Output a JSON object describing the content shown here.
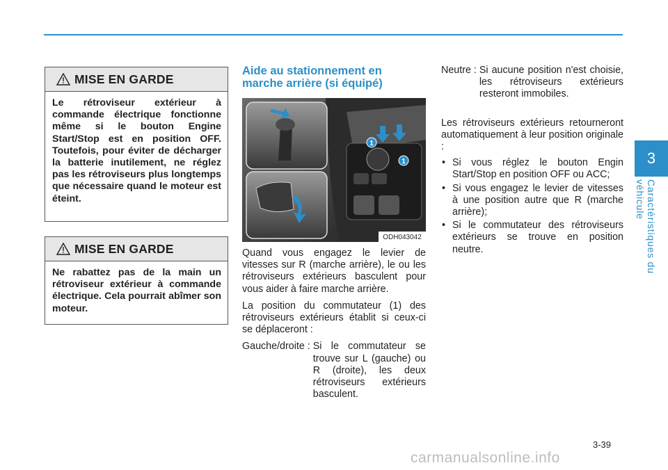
{
  "warnings": [
    {
      "title": "MISE EN GARDE",
      "text": "Le rétroviseur extérieur à commande électrique fonctionne même si le bouton Engine Start/Stop est en position OFF. Toutefois, pour éviter de décharger la batterie inutilement, ne réglez pas les rétroviseurs plus longtemps que nécessaire quand le moteur est éteint."
    },
    {
      "title": "MISE EN GARDE",
      "text": "Ne rabattez pas de la main un rétroviseur extérieur à commande électrique. Cela pourrait abîmer son moteur."
    }
  ],
  "section": {
    "heading": "Aide au stationnement en marche arrière (si équipé)",
    "figure_code": "ODH043042",
    "figure_callout": "1",
    "paragraphs": [
      "Quand vous engagez le levier de vitesses sur R (marche arrière), le ou les rétroviseurs extérieurs basculent pour vous aider à faire marche arrière.",
      "La position du commutateur (1) des rétroviseurs extérieurs établit si ceux-ci se déplaceront :"
    ],
    "definition_left": {
      "term": "Gauche/droite :",
      "text": "Si le commutateur se trouve sur L (gauche) ou R (droite), les deux rétroviseurs extérieurs basculent."
    }
  },
  "right_column": {
    "definition_neutral": {
      "term": "Neutre :",
      "text": "Si aucune position n'est choisie, les rétroviseurs extérieurs resteront immobiles."
    },
    "intro": "Les rétroviseurs extérieurs retourneront automatiquement à leur position originale :",
    "bullets": [
      "Si vous réglez le bouton Engin Start/Stop en position OFF ou ACC;",
      "Si vous engagez le levier de vitesses à une position autre que R (marche arrière);",
      "Si le commutateur des rétroviseurs extérieurs se trouve en position neutre."
    ]
  },
  "side_tab": {
    "chapter_number": "3",
    "chapter_title": "Caractéristiques du véhicule"
  },
  "page_number": "3-39",
  "watermark": "carmanualsonline.info",
  "colors": {
    "accent": "#2c8fc9",
    "warning_header": "#e6e6e6"
  }
}
